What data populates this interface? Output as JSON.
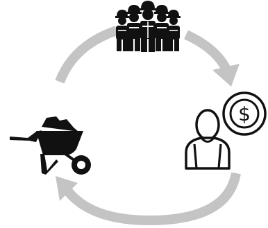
{
  "diagram": {
    "type": "cycle",
    "colors": {
      "arrow": "#c4c4c4",
      "icon": "#111111",
      "background": "#ffffff"
    },
    "nodes": [
      {
        "id": "workers",
        "icon": "construction-workers-group-icon"
      },
      {
        "id": "customer",
        "icon": "person-with-dollar-coin-icon",
        "coin_symbol": "$"
      },
      {
        "id": "materials",
        "icon": "wheelbarrow-icon"
      }
    ],
    "edges": [
      {
        "from": "workers",
        "to": "customer"
      },
      {
        "from": "customer",
        "to": "materials"
      },
      {
        "from": "materials",
        "to": "workers"
      }
    ]
  }
}
